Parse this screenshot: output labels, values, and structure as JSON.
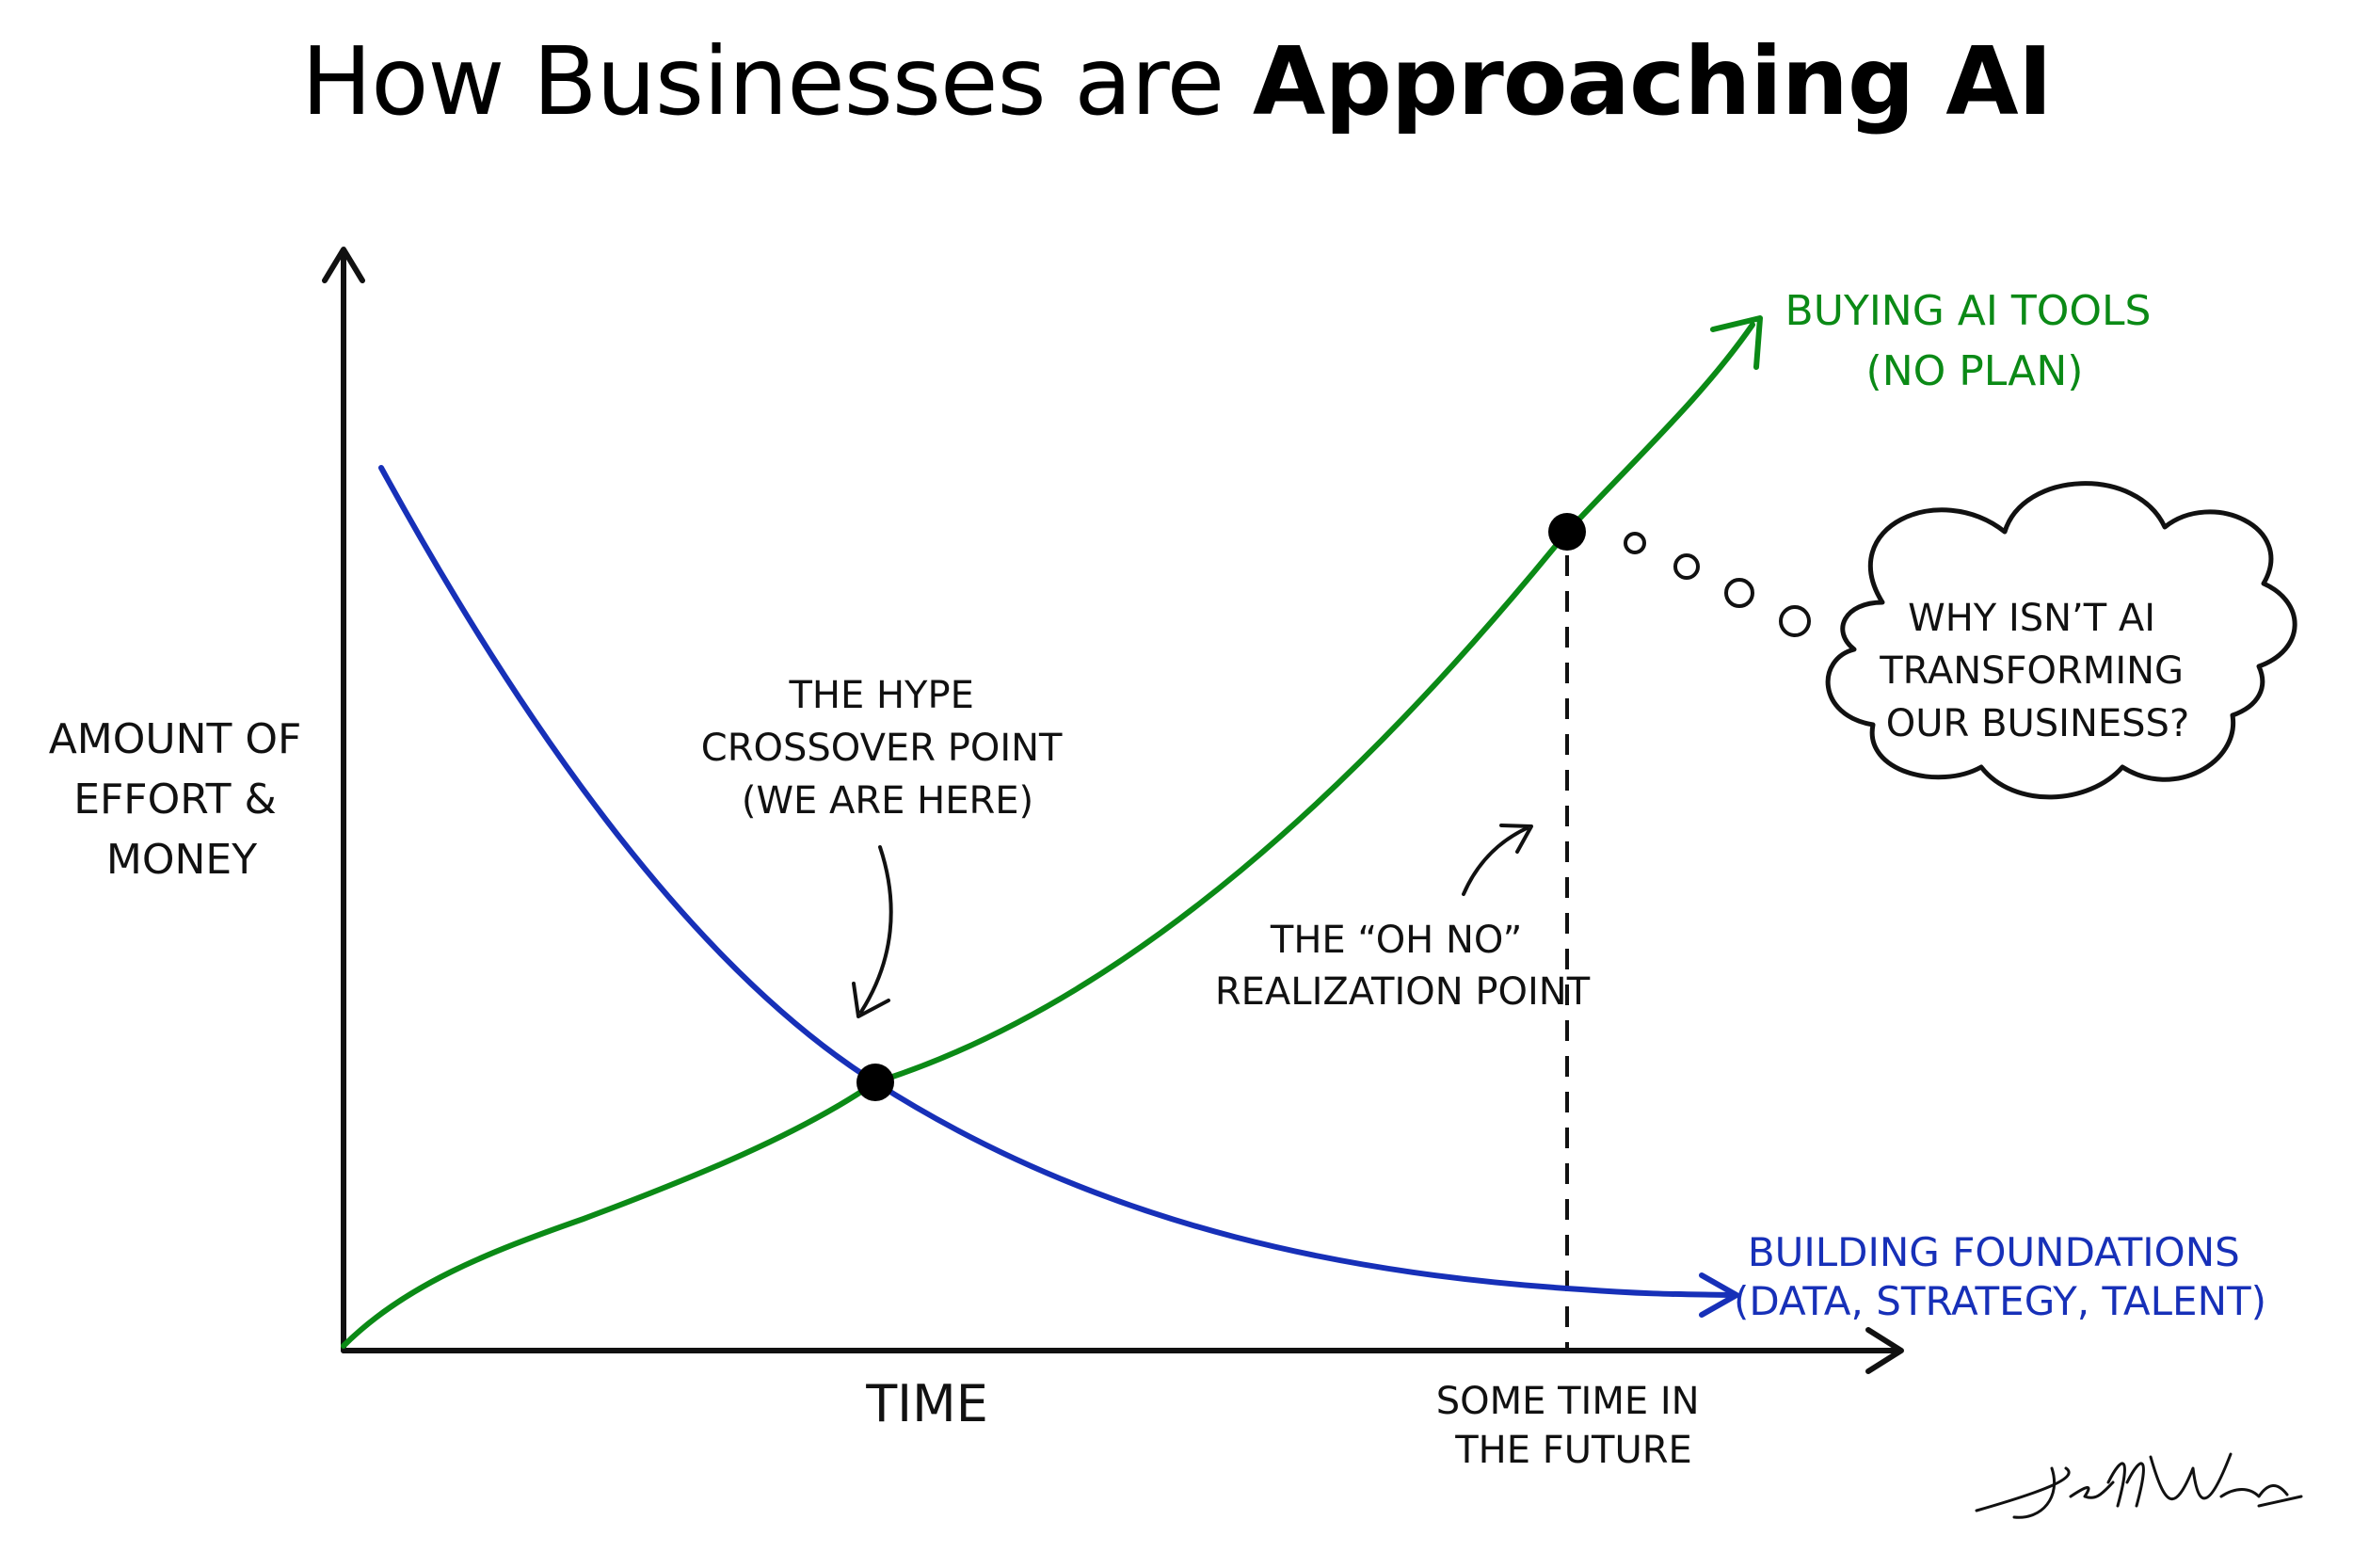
{
  "title": {
    "regular": "How Businesses are",
    "bold": "Approaching AI"
  },
  "axes": {
    "y_label": [
      "AMOUNT OF",
      "EFFORT &",
      "MONEY"
    ],
    "x_label": "TIME",
    "future_label": [
      "SOME TIME IN",
      "THE FUTURE"
    ]
  },
  "series": {
    "buying": {
      "label": [
        "BUYING AI TOOLS",
        "(NO PLAN)"
      ],
      "color": "#0b8a16"
    },
    "building": {
      "label": [
        "BUILDING FOUNDATIONS",
        "(DATA, STRATEGY, TALENT)"
      ],
      "color": "#1730b8"
    }
  },
  "annotations": {
    "hype": [
      "THE HYPE",
      "CROSSOVER POINT",
      "(WE ARE HERE)"
    ],
    "oh_no": [
      "THE “OH NO”",
      "REALIZATION POINT"
    ],
    "thought": [
      "WHY ISN’T AI",
      "TRANSFORMING",
      "OUR BUSINESS?"
    ]
  },
  "signature": "Jeff Winter",
  "colors": {
    "ink": "#111111",
    "background": "#ffffff"
  }
}
